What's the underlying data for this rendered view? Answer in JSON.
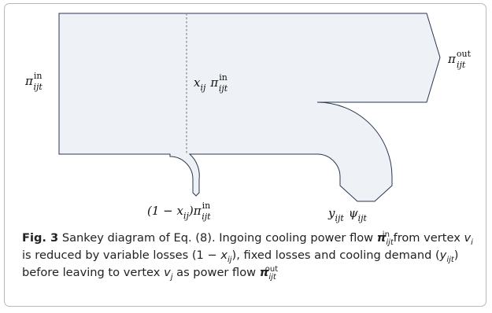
{
  "diagram": {
    "labels": {
      "pi_in": "π",
      "pi_out": "π",
      "x_pi_in_x": "x",
      "x_pi_in_pi": "π",
      "loss_variable": "(1 − x",
      "loss_variable_tail": ")π",
      "y_psi_y": "y",
      "y_psi_psi": "ψ",
      "sub_ijt": "ijt",
      "sub_ij": "ij",
      "sup_in": "in",
      "sup_out": "out"
    },
    "colors": {
      "flow_fill": "#eef2f7",
      "flow_stroke": "#2a3550",
      "divider": "#8a8a8a"
    }
  },
  "caption": {
    "fig_label": "Fig. 3",
    "text_1": "Sankey diagram of Eq. (8). Ingoing cooling power flow",
    "pi": "π",
    "sub_ijt": "ijt",
    "sub_ij": "ij",
    "sup_in": "in",
    "sup_out": "out",
    "text_2": "from vertex",
    "v": "v",
    "sub_i": "i",
    "sub_j": "j",
    "text_3": "is reduced by variable losses (1 −",
    "x": "x",
    "text_4": "), fixed losses and cooling",
    "text_5": "demand (",
    "y": "y",
    "text_6": ") before leaving to vertex",
    "text_7": "as power flow"
  }
}
